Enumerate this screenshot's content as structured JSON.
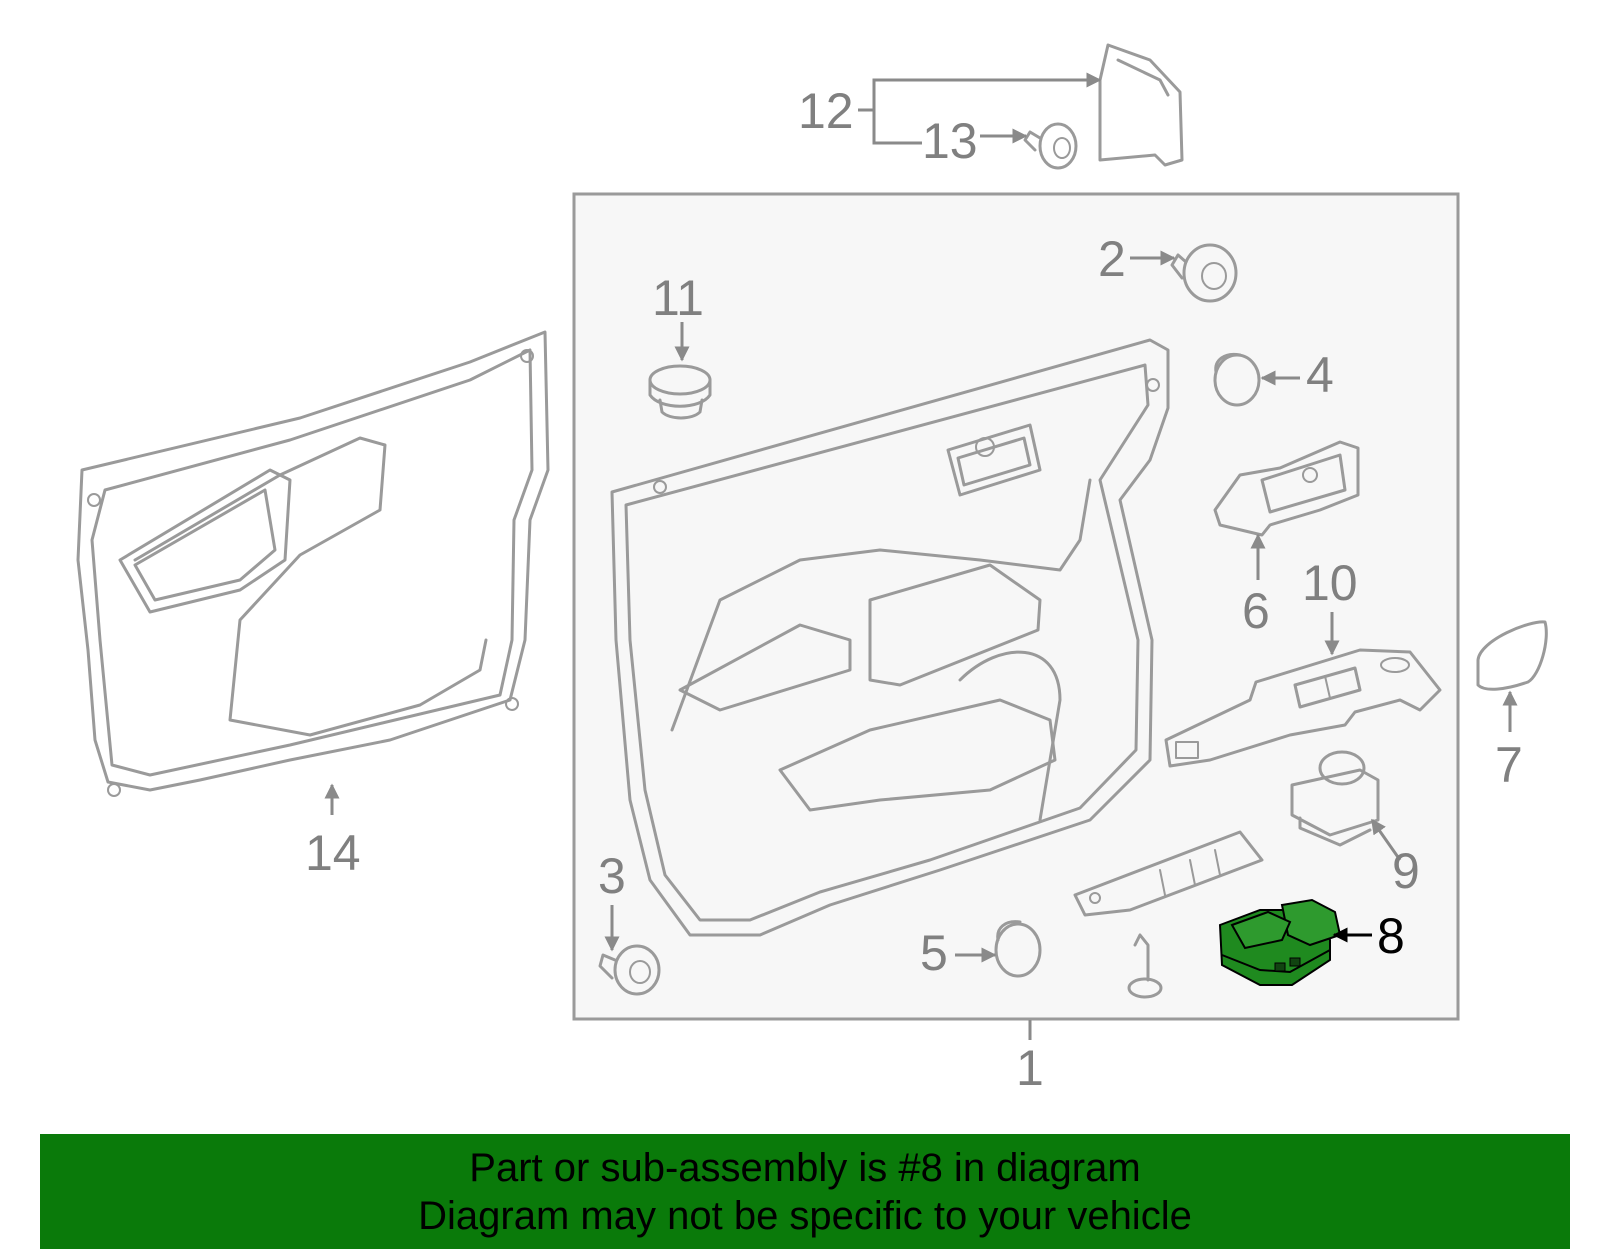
{
  "colors": {
    "banner_background": "#0a7a0a",
    "highlight_part": "#1f8a1f",
    "part_stroke": "#9a9a9a",
    "label_gray": "#808080"
  },
  "callouts": {
    "c1": "1",
    "c2": "2",
    "c3": "3",
    "c4": "4",
    "c5": "5",
    "c6": "6",
    "c7": "7",
    "c8": "8",
    "c9": "9",
    "c10": "10",
    "c11": "11",
    "c12": "12",
    "c13": "13",
    "c14": "14"
  },
  "highlighted_callout": "8",
  "banner": {
    "line1": "Part or sub-assembly is #8 in diagram",
    "line2": "Diagram may not be specific to your vehicle"
  }
}
